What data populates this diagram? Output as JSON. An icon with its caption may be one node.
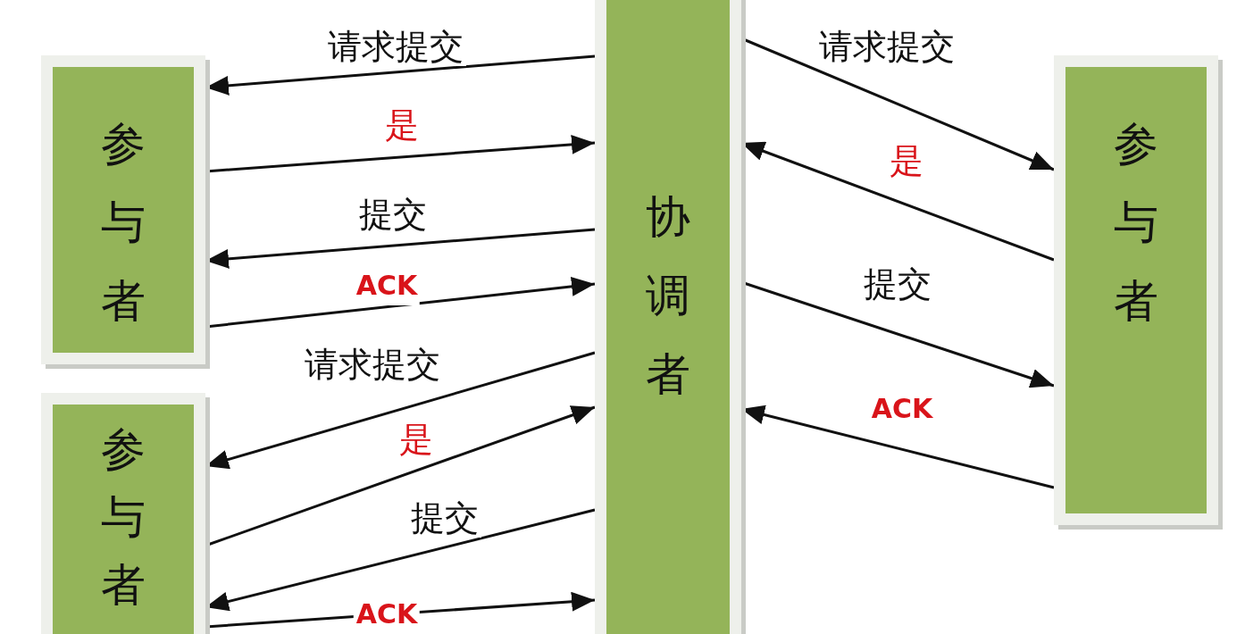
{
  "diagram": {
    "nodes": [
      {
        "text": [
          "参与者"
        ]
      },
      {
        "text": [
          "协调者"
        ]
      },
      {
        "text": [
          "参与者"
        ]
      },
      {
        "text": [
          "参与者"
        ]
      }
    ],
    "edges": [
      {
        "from": 1,
        "to": 0,
        "arrow": "to",
        "label": "请求提交"
      },
      {
        "from": 0,
        "to": 1,
        "arrow": "to",
        "label": "是"
      },
      {
        "from": 1,
        "to": 0,
        "arrow": "to",
        "label": "提交"
      },
      {
        "from": 0,
        "to": 1,
        "arrow": "to",
        "label": "ACK"
      },
      {
        "from": 1,
        "to": 2,
        "arrow": "to",
        "label": "请求提交"
      },
      {
        "from": 2,
        "to": 1,
        "arrow": "to",
        "label": "是"
      },
      {
        "from": 1,
        "to": 2,
        "arrow": "to",
        "label": "提交"
      },
      {
        "from": 2,
        "to": 1,
        "arrow": "to",
        "label": "ACK"
      },
      {
        "from": 1,
        "to": 3,
        "arrow": "to",
        "label": "请求提交"
      },
      {
        "from": 3,
        "to": 1,
        "arrow": "to",
        "label": "是"
      },
      {
        "from": 1,
        "to": 3,
        "arrow": "to",
        "label": "提交"
      },
      {
        "from": 3,
        "to": 1,
        "arrow": "to",
        "label": "ACK"
      }
    ]
  }
}
